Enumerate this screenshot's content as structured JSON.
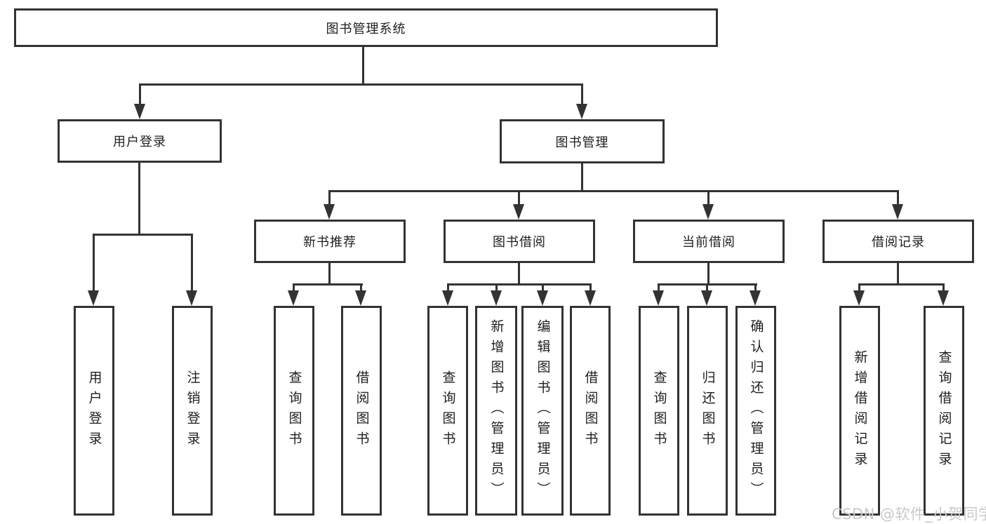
{
  "colors": {
    "line": "#333333",
    "text": "#1f1f1f",
    "watermark": "#c9c9c9",
    "background": "#ffffff"
  },
  "watermark": "CSDN @软件_小贺同学",
  "tree": {
    "root": {
      "label": "图书管理系统"
    },
    "level2": [
      {
        "label": "用户登录"
      },
      {
        "label": "图书管理"
      }
    ],
    "level3": [
      {
        "label": "新书推荐"
      },
      {
        "label": "图书借阅"
      },
      {
        "label": "当前借阅"
      },
      {
        "label": "借阅记录"
      }
    ],
    "leaves": {
      "user_login": [
        {
          "label": "用户登录"
        },
        {
          "label": "注销登录"
        }
      ],
      "new_book_rec": [
        {
          "label": "查询图书"
        },
        {
          "label": "借阅图书"
        }
      ],
      "book_borrow": [
        {
          "label": "查询图书"
        },
        {
          "label": "新增图书（管理员）"
        },
        {
          "label": "编辑图书（管理员）"
        },
        {
          "label": "借阅图书"
        }
      ],
      "current_borrow": [
        {
          "label": "查询图书"
        },
        {
          "label": "归还图书"
        },
        {
          "label": "确认归还（管理员）"
        }
      ],
      "borrow_records": [
        {
          "label": "新增借阅记录"
        },
        {
          "label": "查询借阅记录"
        }
      ]
    }
  }
}
